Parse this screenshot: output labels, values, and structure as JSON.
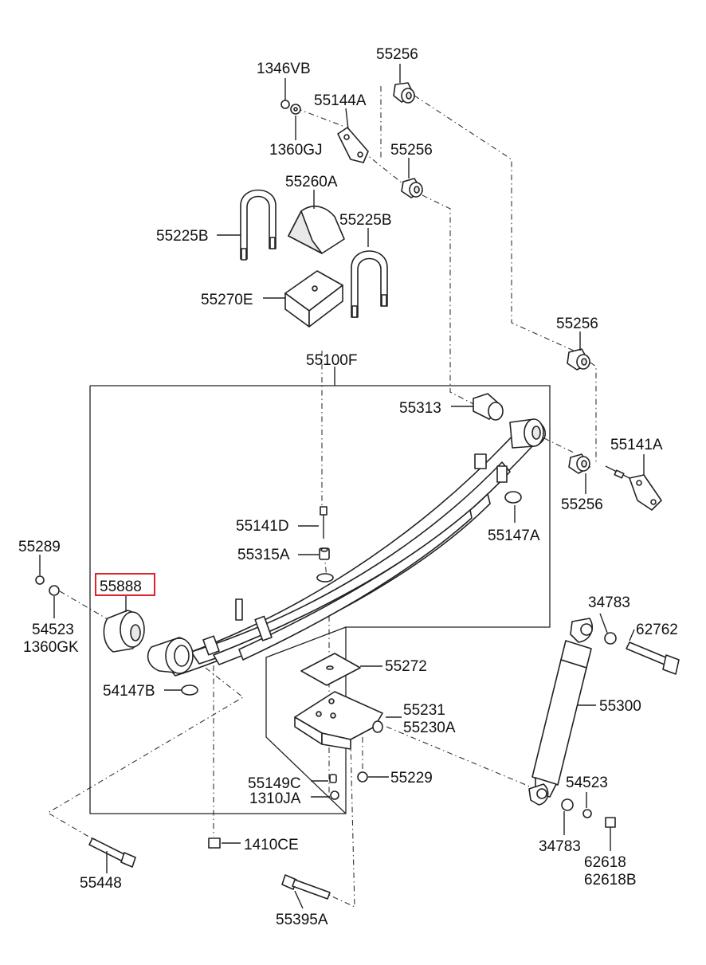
{
  "diagram": {
    "highlight_color": "#e0222a",
    "labels": {
      "p1346VB": "1346VB",
      "p55256_a": "55256",
      "p55144A": "55144A",
      "p1360GJ": "1360GJ",
      "p55256_b": "55256",
      "p55260A": "55260A",
      "p55225B_l": "55225B",
      "p55225B_r": "55225B",
      "p55270E": "55270E",
      "p55100F": "55100F",
      "p55256_c": "55256",
      "p55313": "55313",
      "p55141A": "55141A",
      "p55256_d": "55256",
      "p55147A": "55147A",
      "p55141D": "55141D",
      "p55315A": "55315A",
      "p55289": "55289",
      "p55888": "55888",
      "p54523_l": "54523",
      "p1360GK": "1360GK",
      "p34783_t": "34783",
      "p62762": "62762",
      "p55272": "55272",
      "p54147B": "54147B",
      "p55300": "55300",
      "p55231": "55231",
      "p55230A": "55230A",
      "p55229": "55229",
      "p54523_r": "54523",
      "p55149C": "55149C",
      "p1310JA": "1310JA",
      "p1410CE": "1410CE",
      "p34783_b": "34783",
      "p62618": "62618",
      "p62618B": "62618B",
      "p55448": "55448",
      "p55395A": "55395A"
    }
  }
}
